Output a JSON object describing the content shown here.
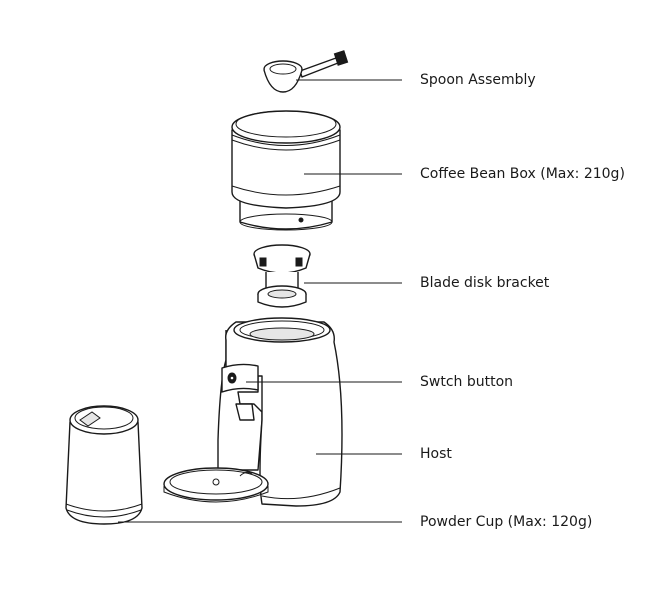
{
  "labels": {
    "spoon": "Spoon Assembly",
    "bean_box": "Coffee Bean Box (Max: 210g)",
    "blade": "Blade disk bracket",
    "switch": "Swtch button",
    "host": "Host",
    "powder_cup": "Powder Cup (Max: 120g)"
  }
}
